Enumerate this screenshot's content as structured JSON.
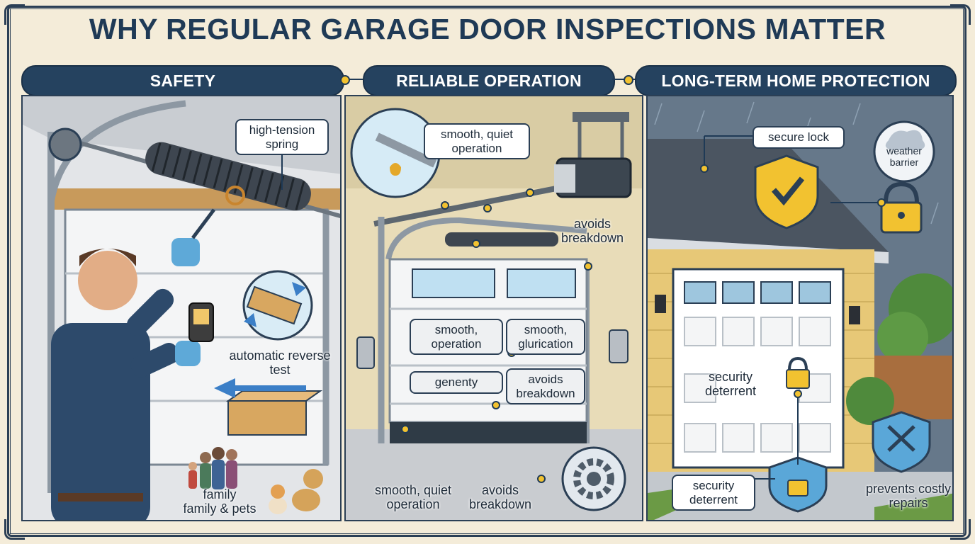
{
  "title": "WHY REGULAR GARAGE DOOR INSPECTIONS MATTER",
  "sections": [
    {
      "heading": "SAFETY"
    },
    {
      "heading": "RELIABLE OPERATION"
    },
    {
      "heading": "LONG-TERM HOME PROTECTION"
    }
  ],
  "safety": {
    "spring": "high-tension spring",
    "reverse": "automatic reverse test",
    "family": "family\nfamily & pets"
  },
  "reliable": {
    "top_callout": "smooth, quiet operation",
    "avoids_top": "avoids breakdown",
    "panel_smooth_op": "smooth, operation",
    "panel_smooth_glu": "smooth, glurication",
    "panel_genenty": "genenty",
    "panel_avoids": "avoids breakdown",
    "bottom_smooth": "smooth, quiet operation",
    "bottom_avoids": "avoids breakdown"
  },
  "protection": {
    "secure_lock": "secure lock",
    "weather": "weather barrier",
    "security_door": "security deterrent",
    "security_box": "security deterrent",
    "prevents": "prevents costly repairs"
  },
  "colors": {
    "navy": "#25425f",
    "accent": "#f2c230",
    "background": "#f4ecd9"
  }
}
